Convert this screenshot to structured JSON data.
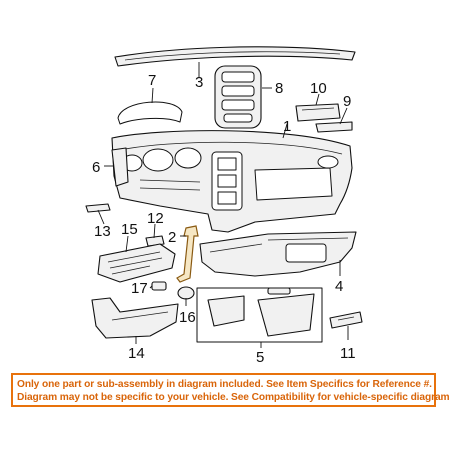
{
  "diagram": {
    "callouts": [
      "1",
      "2",
      "3",
      "4",
      "5",
      "6",
      "7",
      "8",
      "9",
      "10",
      "11",
      "12",
      "13",
      "14",
      "15",
      "16",
      "17"
    ],
    "highlight_color": "#f6e7c4"
  },
  "disclaimer": {
    "line1": "Only one part or sub-assembly in diagram included. See Item Specifics for Reference #.",
    "line2": "Diagram may not be specific to your vehicle. See Compatibility for vehicle-specific diagrams.",
    "text_color": "#d9650a",
    "border_color": "#e8720c"
  }
}
